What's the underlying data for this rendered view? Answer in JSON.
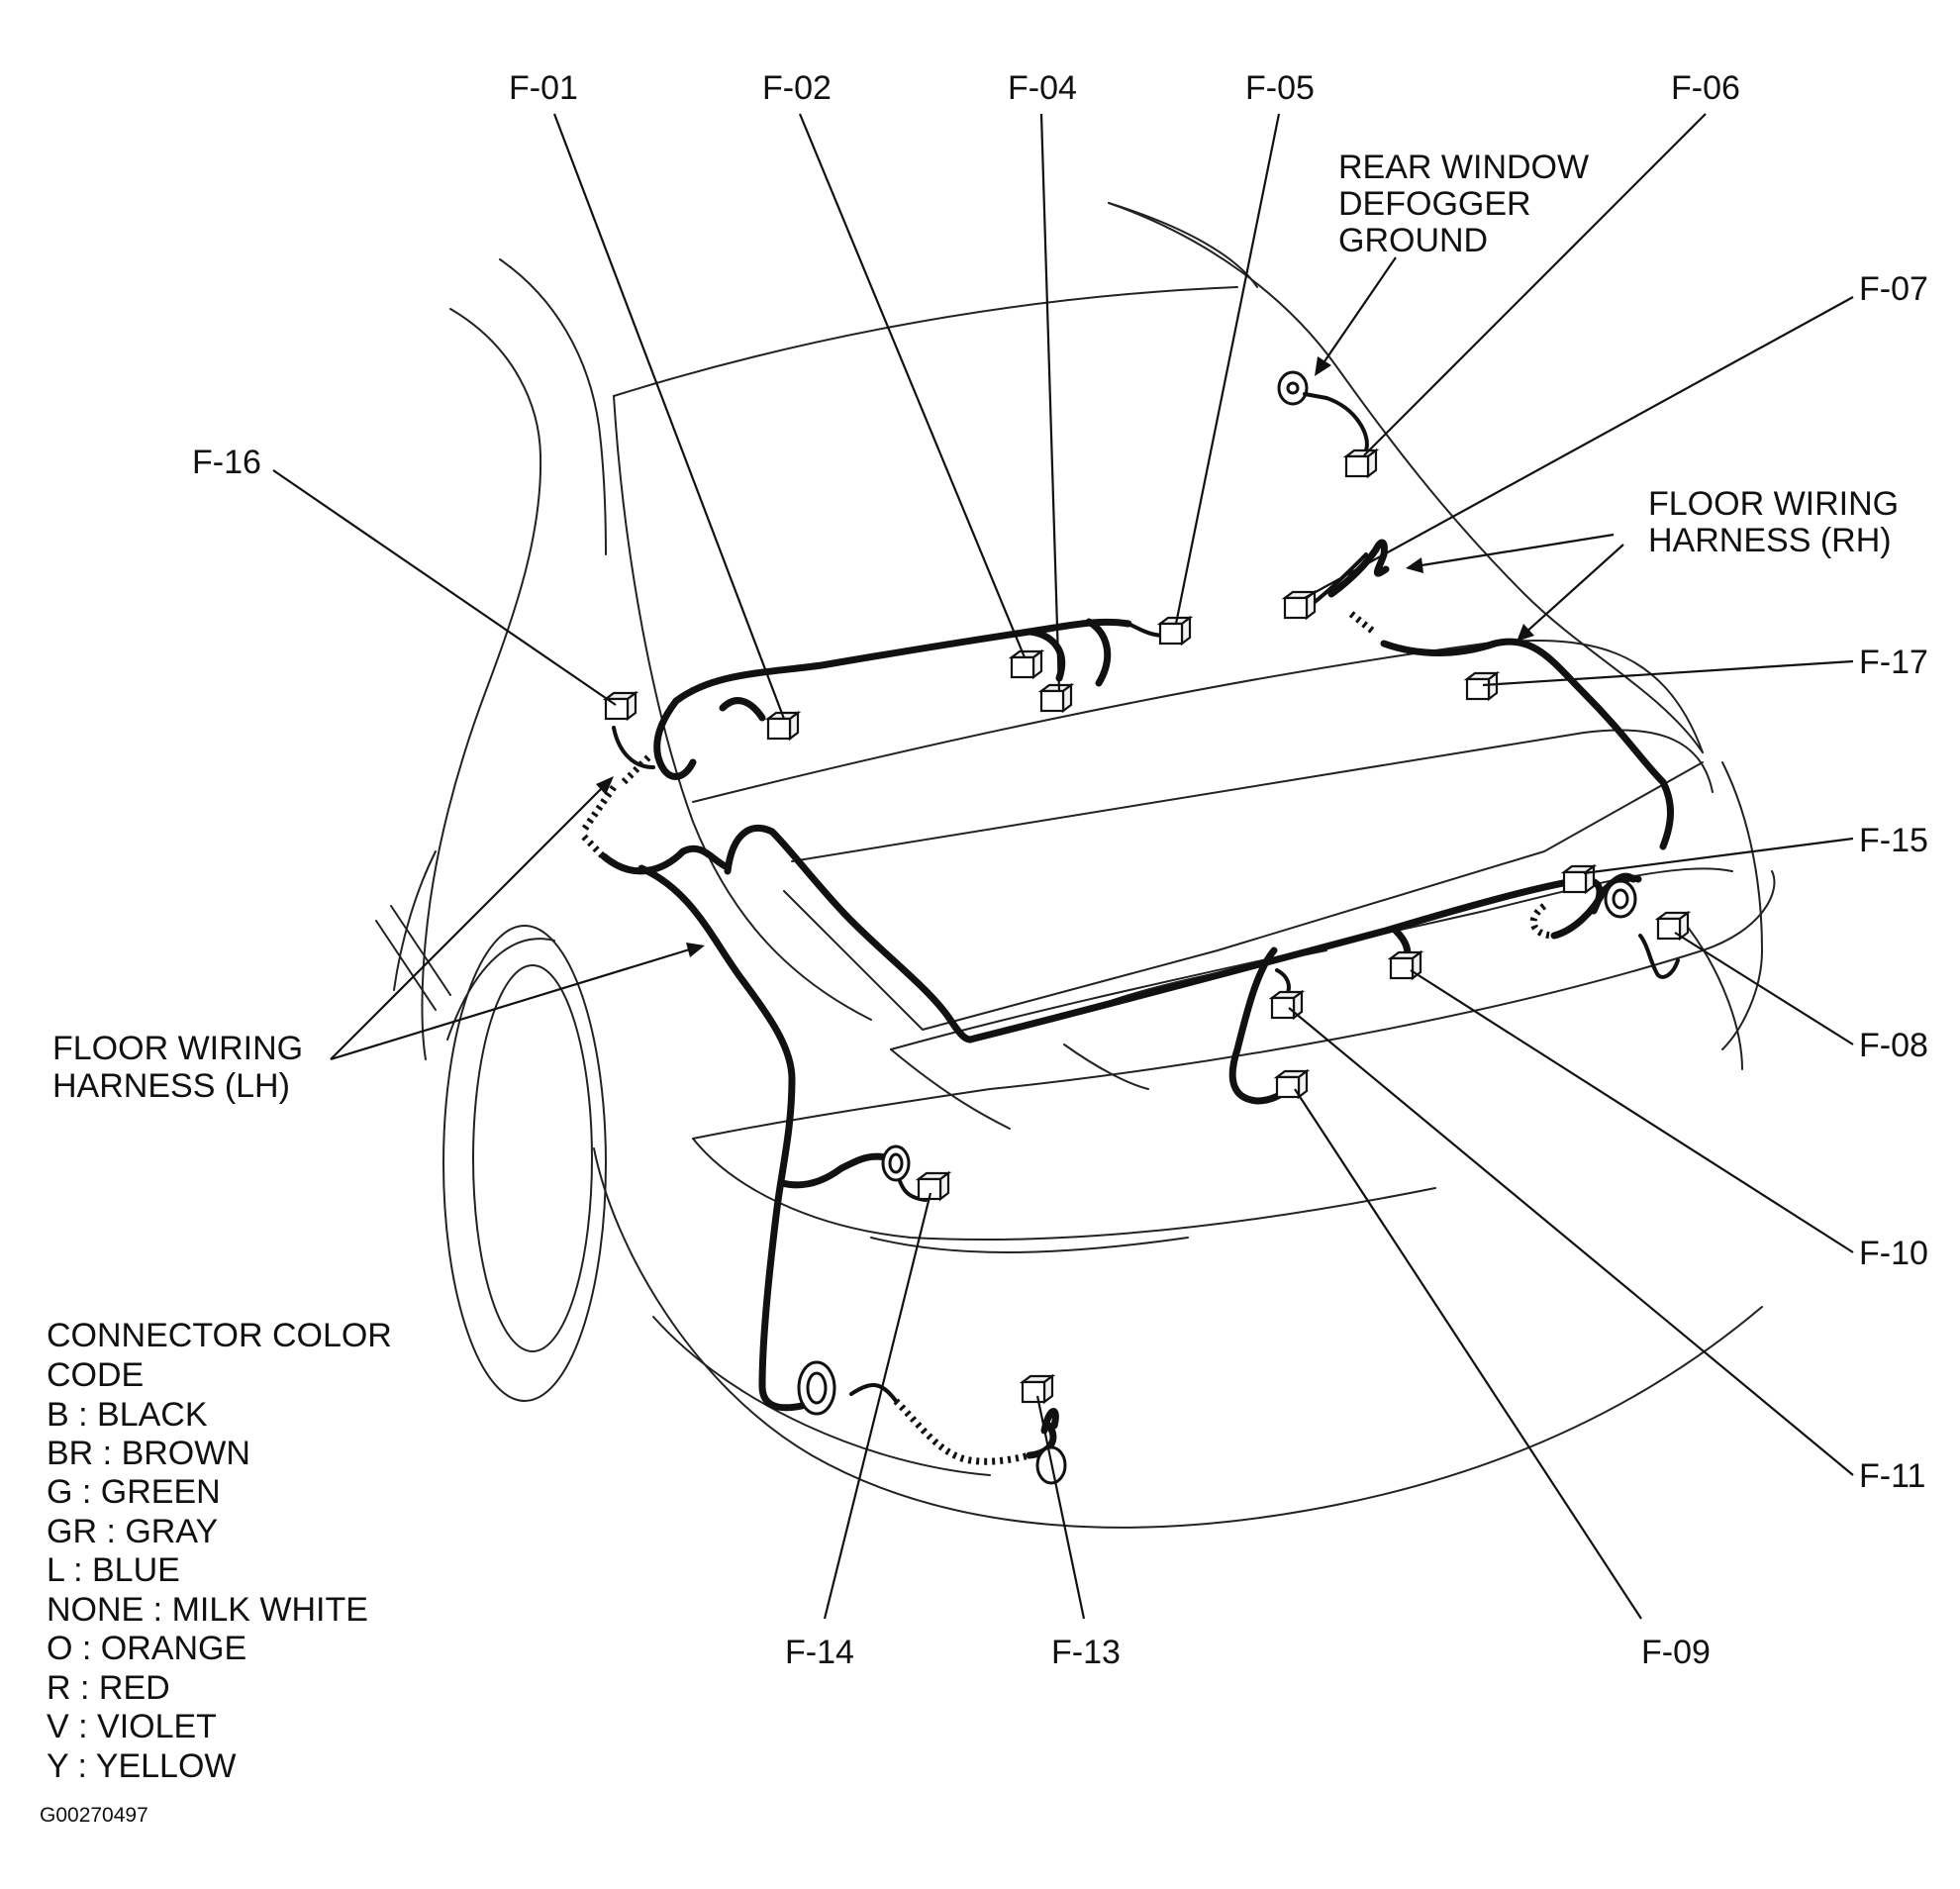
{
  "connector_labels": {
    "f01": "F-01",
    "f02": "F-02",
    "f04": "F-04",
    "f05": "F-05",
    "f06": "F-06",
    "f07": "F-07",
    "f08": "F-08",
    "f09": "F-09",
    "f10": "F-10",
    "f11": "F-11",
    "f13": "F-13",
    "f14": "F-14",
    "f15": "F-15",
    "f16": "F-16",
    "f17": "F-17"
  },
  "callouts": {
    "defogger_ground": [
      "REAR WINDOW",
      "DEFOGGER",
      "GROUND"
    ],
    "harness_rh": [
      "FLOOR WIRING",
      "HARNESS (RH)"
    ],
    "harness_lh": [
      "FLOOR WIRING",
      "HARNESS (LH)"
    ]
  },
  "legend": {
    "title": [
      "CONNECTOR COLOR",
      "CODE"
    ],
    "entries": [
      "B : BLACK",
      "BR : BROWN",
      "G : GREEN",
      "GR : GRAY",
      "L : BLUE",
      "NONE : MILK WHITE",
      "O : ORANGE",
      "R : RED",
      "V : VIOLET",
      "Y : YELLOW"
    ]
  },
  "figure_code": "G00270497"
}
